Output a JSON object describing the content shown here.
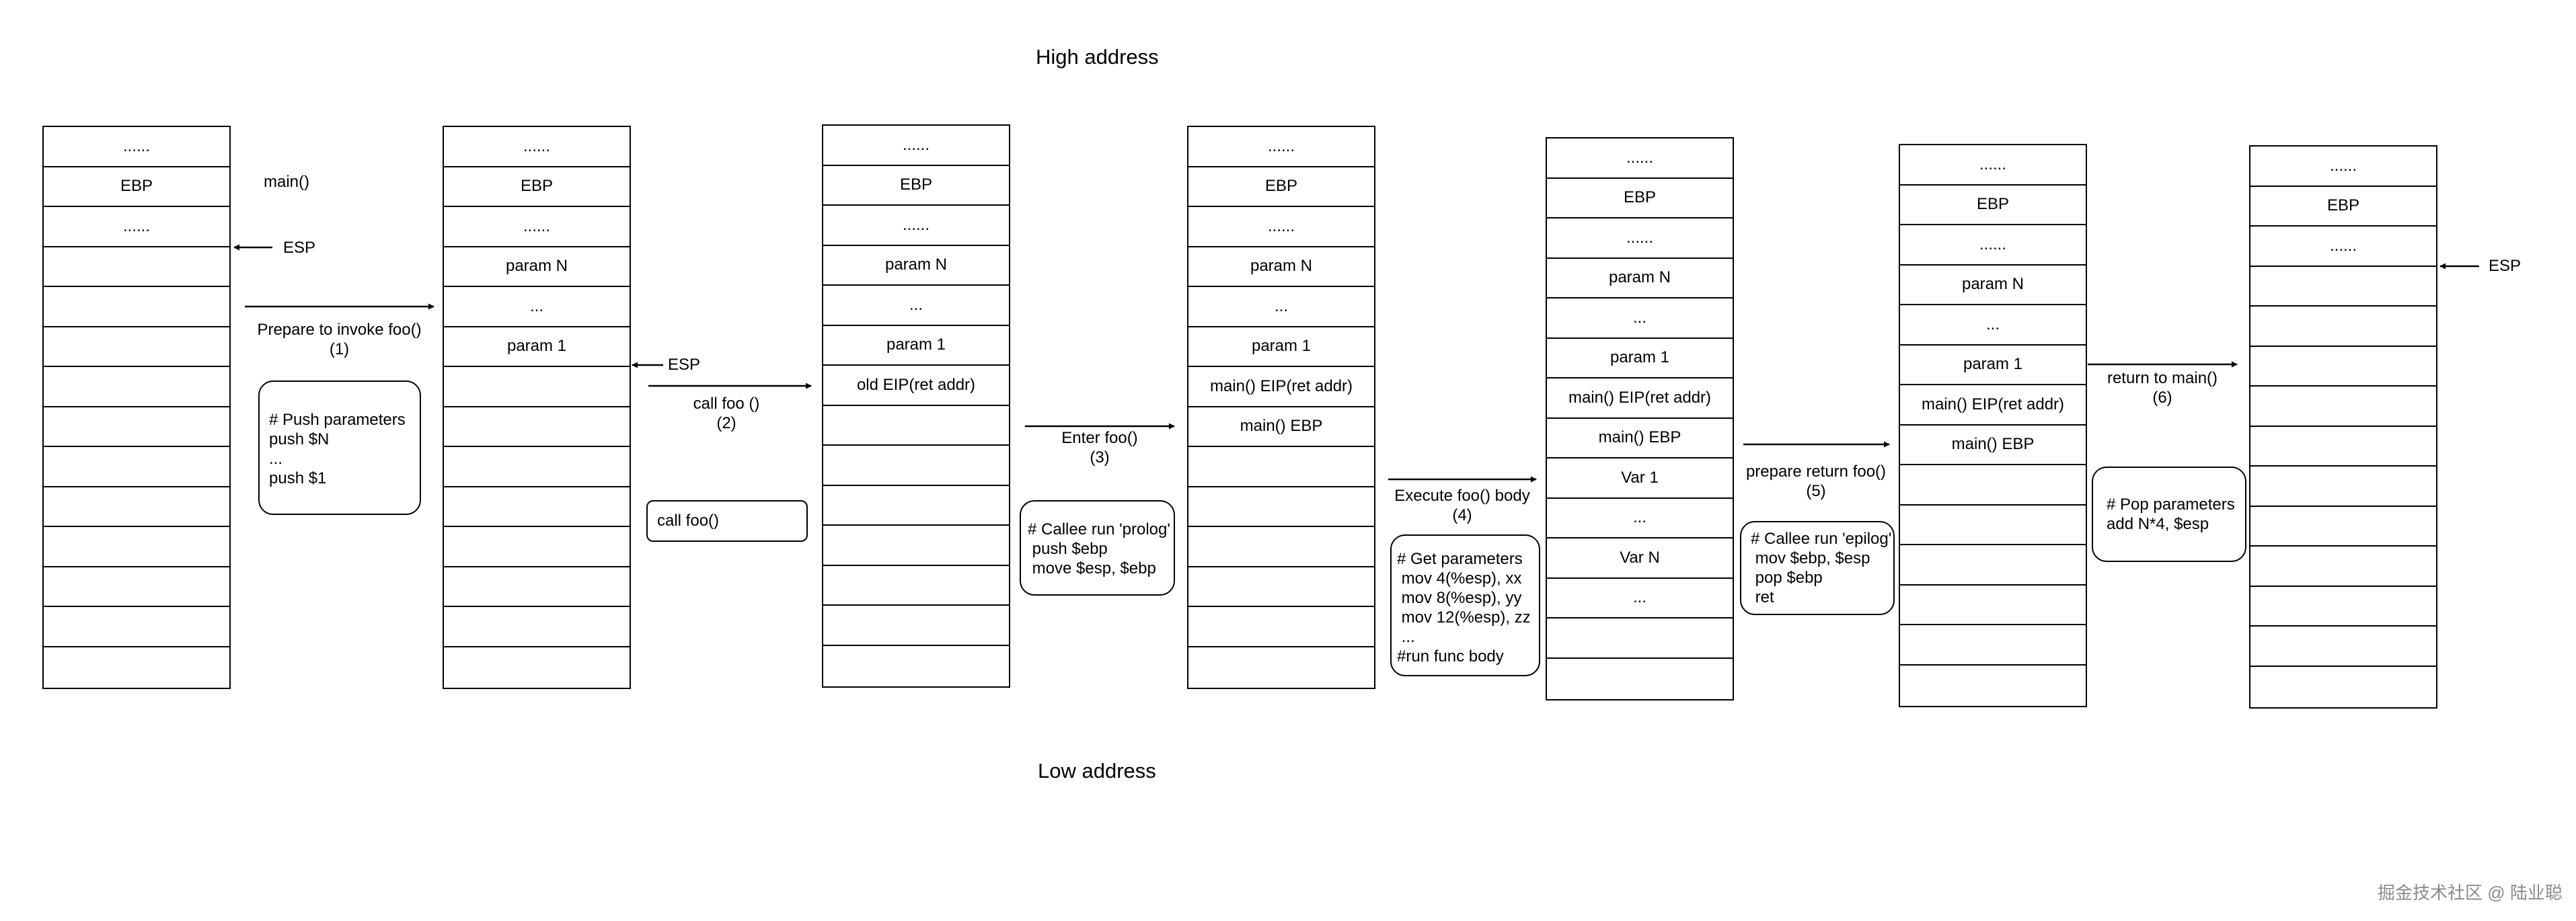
{
  "labels": {
    "high_address": "High address",
    "low_address": "Low address",
    "main": "main()",
    "esp": "ESP",
    "watermark": "掘金技术社区 @ 陆业聪"
  },
  "stacks": [
    {
      "cells": [
        "......",
        "EBP",
        "......",
        "",
        "",
        "",
        "",
        "",
        "",
        "",
        "",
        "",
        "",
        ""
      ]
    },
    {
      "cells": [
        "......",
        "EBP",
        "......",
        "param N",
        "...",
        "param 1",
        "",
        "",
        "",
        "",
        "",
        "",
        "",
        ""
      ]
    },
    {
      "cells": [
        "......",
        "EBP",
        "......",
        "param N",
        "...",
        "param 1",
        "old EIP(ret addr)",
        "",
        "",
        "",
        "",
        "",
        "",
        ""
      ]
    },
    {
      "cells": [
        "......",
        "EBP",
        "......",
        "param N",
        "...",
        "param 1",
        "main() EIP(ret addr)",
        "main() EBP",
        "",
        "",
        "",
        "",
        "",
        ""
      ]
    },
    {
      "cells": [
        "......",
        "EBP",
        "......",
        "param N",
        "...",
        "param 1",
        "main() EIP(ret addr)",
        "main() EBP",
        "Var 1",
        "...",
        "Var N",
        "...",
        "",
        ""
      ]
    },
    {
      "cells": [
        "......",
        "EBP",
        "......",
        "param N",
        "...",
        "param 1",
        "main() EIP(ret addr)",
        "main() EBP",
        "",
        "",
        "",
        "",
        "",
        ""
      ]
    },
    {
      "cells": [
        "......",
        "EBP",
        "......",
        "",
        "",
        "",
        "",
        "",
        "",
        "",
        "",
        "",
        "",
        ""
      ]
    }
  ],
  "steps": [
    {
      "label": "Prepare to invoke foo()\n(1)"
    },
    {
      "label": "call foo ()\n(2)"
    },
    {
      "label": "Enter foo()\n(3)"
    },
    {
      "label": "Execute foo() body\n(4)"
    },
    {
      "label": "prepare return foo()\n(5)"
    },
    {
      "label": "return to main()\n(6)"
    }
  ],
  "notes": [
    {
      "text": "# Push parameters\npush $N\n...\npush $1"
    },
    {
      "text": "call foo()"
    },
    {
      "text": "# Callee run 'prolog'\n push $ebp\n move $esp, $ebp"
    },
    {
      "text": "# Get parameters\n mov 4(%esp), xx\n mov 8(%esp), yy\n mov 12(%esp), zz\n ...\n#run func body"
    },
    {
      "text": "# Callee run 'epilog'\n mov $ebp, $esp\n pop $ebp\n ret"
    },
    {
      "text": "# Pop parameters\nadd N*4, $esp"
    }
  ]
}
